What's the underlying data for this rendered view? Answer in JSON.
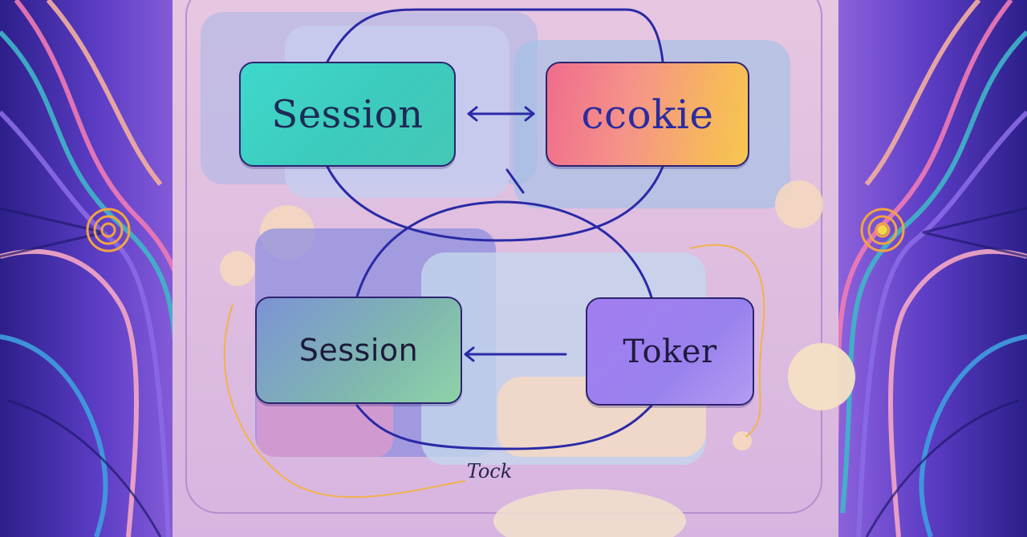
{
  "diagram": {
    "nodes": [
      {
        "id": "session-top",
        "label": "Session"
      },
      {
        "id": "cookie",
        "label": "ccokie"
      },
      {
        "id": "session-bottom",
        "label": "Session"
      },
      {
        "id": "token",
        "label": "Toker"
      }
    ],
    "edges": [
      {
        "from": "session-top",
        "to": "cookie",
        "direction": "both"
      },
      {
        "from": "token",
        "to": "session-bottom",
        "direction": "forward"
      }
    ],
    "footer_label": "Tock"
  },
  "colors": {
    "line": "#2a2aa6",
    "frame": "#e9c3dd",
    "border_wave_dark": "#22207a",
    "border_wave_accent": "#6a3fd1",
    "spiral": "#f2a341"
  }
}
